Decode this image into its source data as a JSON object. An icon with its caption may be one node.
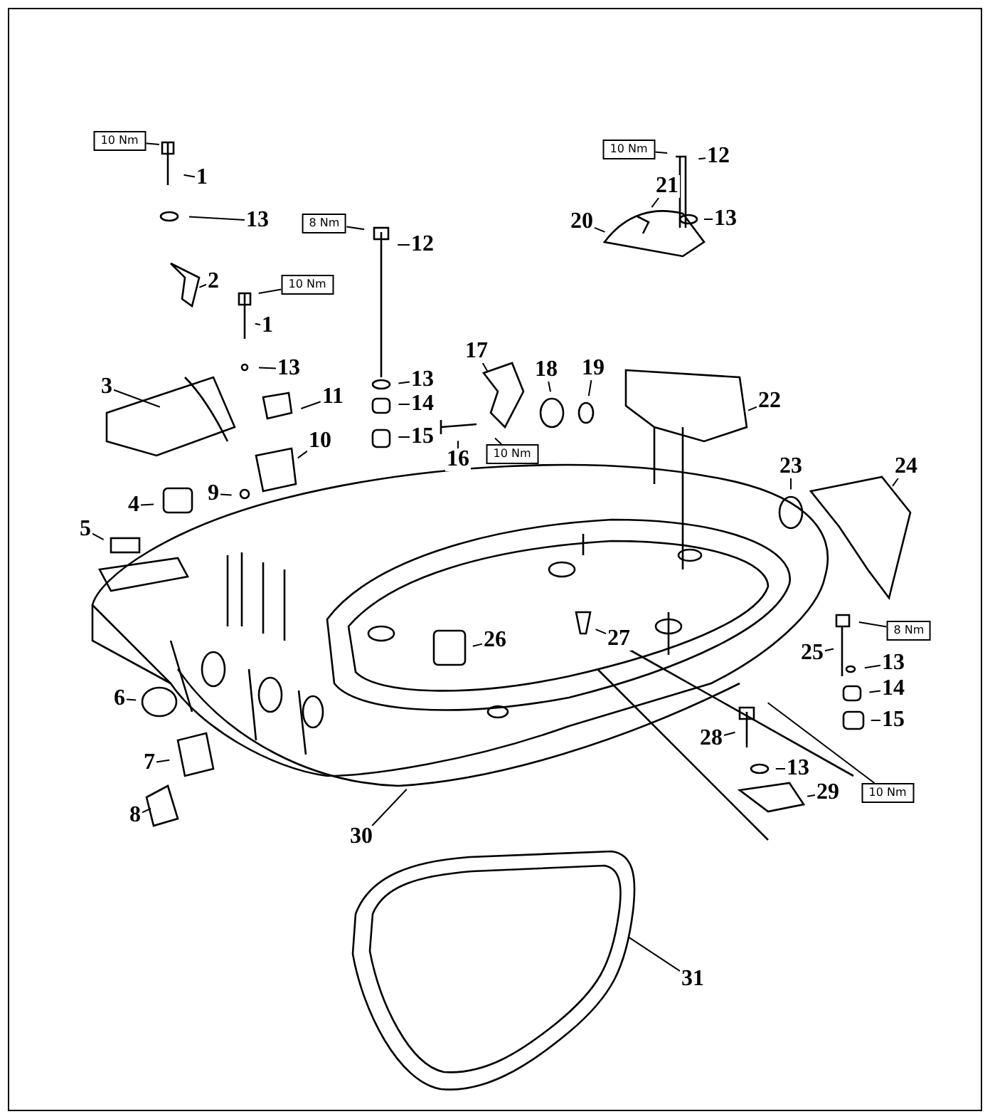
{
  "diagram": {
    "nodes": [
      {
        "text": [
          "10 Nm"
        ]
      },
      {
        "text": [
          "1"
        ]
      },
      {
        "text": [
          "13"
        ]
      },
      {
        "text": [
          "2"
        ]
      },
      {
        "text": [
          "1"
        ]
      },
      {
        "text": [
          "10 Nm"
        ]
      },
      {
        "text": [
          "13"
        ]
      },
      {
        "text": [
          "3"
        ]
      },
      {
        "text": [
          "11"
        ]
      },
      {
        "text": [
          "10"
        ]
      },
      {
        "text": [
          "4"
        ]
      },
      {
        "text": [
          "9"
        ]
      },
      {
        "text": [
          "5"
        ]
      },
      {
        "text": [
          "8 Nm"
        ]
      },
      {
        "text": [
          "12"
        ]
      },
      {
        "text": [
          "13"
        ]
      },
      {
        "text": [
          "14"
        ]
      },
      {
        "text": [
          "15"
        ]
      },
      {
        "text": [
          "17"
        ]
      },
      {
        "text": [
          "16"
        ]
      },
      {
        "text": [
          "10 Nm"
        ]
      },
      {
        "text": [
          "18"
        ]
      },
      {
        "text": [
          "19"
        ]
      },
      {
        "text": [
          "10 Nm"
        ]
      },
      {
        "text": [
          "12"
        ]
      },
      {
        "text": [
          "21"
        ]
      },
      {
        "text": [
          "20"
        ]
      },
      {
        "text": [
          "13"
        ]
      },
      {
        "text": [
          "22"
        ]
      },
      {
        "text": [
          "23"
        ]
      },
      {
        "text": [
          "24"
        ]
      },
      {
        "text": [
          "8 Nm"
        ]
      },
      {
        "text": [
          "25"
        ]
      },
      {
        "text": [
          "13"
        ]
      },
      {
        "text": [
          "14"
        ]
      },
      {
        "text": [
          "15"
        ]
      },
      {
        "text": [
          "26"
        ]
      },
      {
        "text": [
          "27"
        ]
      },
      {
        "text": [
          "28"
        ]
      },
      {
        "text": [
          "13"
        ]
      },
      {
        "text": [
          "29"
        ]
      },
      {
        "text": [
          "10 Nm"
        ]
      },
      {
        "text": [
          "6"
        ]
      },
      {
        "text": [
          "7"
        ]
      },
      {
        "text": [
          "8"
        ]
      },
      {
        "text": [
          "30"
        ]
      },
      {
        "text": [
          "31"
        ]
      }
    ],
    "edges": [
      {
        "from": 0,
        "to": null,
        "arrow": "none"
      },
      {
        "from": 1,
        "to": null,
        "arrow": "none"
      },
      {
        "from": 2,
        "to": null,
        "arrow": "none"
      },
      {
        "from": 3,
        "to": null,
        "arrow": "none"
      },
      {
        "from": 4,
        "to": null,
        "arrow": "none"
      },
      {
        "from": 5,
        "to": null,
        "arrow": "none"
      },
      {
        "from": 6,
        "to": null,
        "arrow": "none"
      },
      {
        "from": 7,
        "to": null,
        "arrow": "none"
      },
      {
        "from": 8,
        "to": null,
        "arrow": "none"
      },
      {
        "from": 9,
        "to": null,
        "arrow": "none"
      },
      {
        "from": 10,
        "to": null,
        "arrow": "none"
      },
      {
        "from": 11,
        "to": null,
        "arrow": "none"
      },
      {
        "from": 12,
        "to": null,
        "arrow": "none"
      },
      {
        "from": 13,
        "to": null,
        "arrow": "none"
      },
      {
        "from": 14,
        "to": null,
        "arrow": "none"
      },
      {
        "from": 15,
        "to": null,
        "arrow": "none"
      },
      {
        "from": 16,
        "to": null,
        "arrow": "none"
      },
      {
        "from": 17,
        "to": null,
        "arrow": "none"
      },
      {
        "from": 18,
        "to": null,
        "arrow": "none"
      },
      {
        "from": 19,
        "to": null,
        "arrow": "none"
      },
      {
        "from": 20,
        "to": null,
        "arrow": "none"
      },
      {
        "from": 21,
        "to": null,
        "arrow": "none"
      },
      {
        "from": 22,
        "to": null,
        "arrow": "none"
      },
      {
        "from": 23,
        "to": null,
        "arrow": "none"
      },
      {
        "from": 24,
        "to": null,
        "arrow": "none"
      },
      {
        "from": 25,
        "to": null,
        "arrow": "none"
      },
      {
        "from": 26,
        "to": null,
        "arrow": "none"
      },
      {
        "from": 27,
        "to": null,
        "arrow": "none"
      },
      {
        "from": 28,
        "to": null,
        "arrow": "none"
      },
      {
        "from": 29,
        "to": null,
        "arrow": "none"
      },
      {
        "from": 30,
        "to": null,
        "arrow": "none"
      },
      {
        "from": 31,
        "to": null,
        "arrow": "none"
      },
      {
        "from": 32,
        "to": null,
        "arrow": "none"
      },
      {
        "from": 33,
        "to": null,
        "arrow": "none"
      },
      {
        "from": 34,
        "to": null,
        "arrow": "none"
      },
      {
        "from": 35,
        "to": null,
        "arrow": "none"
      },
      {
        "from": 36,
        "to": null,
        "arrow": "none"
      },
      {
        "from": 37,
        "to": null,
        "arrow": "none"
      },
      {
        "from": 38,
        "to": null,
        "arrow": "none"
      },
      {
        "from": 39,
        "to": null,
        "arrow": "none"
      },
      {
        "from": 40,
        "to": null,
        "arrow": "none"
      },
      {
        "from": 41,
        "to": null,
        "arrow": "none"
      },
      {
        "from": 42,
        "to": null,
        "arrow": "none"
      },
      {
        "from": 43,
        "to": null,
        "arrow": "none"
      },
      {
        "from": 44,
        "to": null,
        "arrow": "none"
      },
      {
        "from": 45,
        "to": null,
        "arrow": "none"
      },
      {
        "from": 46,
        "to": null,
        "arrow": "none"
      }
    ]
  }
}
